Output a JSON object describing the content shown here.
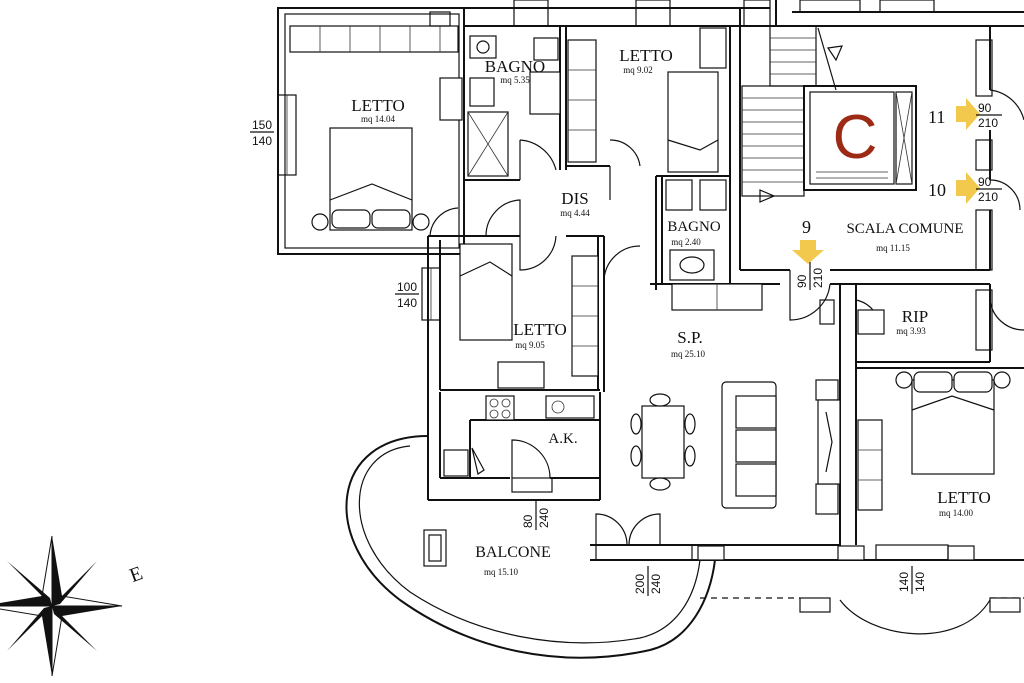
{
  "rooms": [
    {
      "key": "letto1",
      "name": "LETTO",
      "area": "mq 14.04"
    },
    {
      "key": "bagno1",
      "name": "BAGNO",
      "area": "mq 5.35"
    },
    {
      "key": "letto2",
      "name": "LETTO",
      "area": "mq 9.02"
    },
    {
      "key": "dis",
      "name": "DIS",
      "area": "mq 4.44"
    },
    {
      "key": "bagno2",
      "name": "BAGNO",
      "area": "mq 2.40"
    },
    {
      "key": "scala",
      "name": "SCALA COMUNE",
      "area": "mq 11.15"
    },
    {
      "key": "letto3",
      "name": "LETTO",
      "area": "mq 9.05"
    },
    {
      "key": "sp",
      "name": "S.P.",
      "area": "mq 25.10"
    },
    {
      "key": "rip",
      "name": "RIP",
      "area": "mq 3.93"
    },
    {
      "key": "ak",
      "name": "A.K.",
      "area": ""
    },
    {
      "key": "letto4",
      "name": "LETTO",
      "area": "mq 14.00"
    },
    {
      "key": "balcone",
      "name": "BALCONE",
      "area": "mq 15.10"
    }
  ],
  "stair_letter": "C",
  "stair_letter_color": "#9c2a14",
  "arrow_color": "#f2c94c",
  "unit_numbers": {
    "n11": "11",
    "n10": "10",
    "n9": "9"
  },
  "dimensions": {
    "win_left_top": "150",
    "win_left_bottom": "140",
    "win_mid_top": "100",
    "win_mid_bottom": "140",
    "door11_top": "90",
    "door11_bottom": "210",
    "door10_top": "90",
    "door10_bottom": "210",
    "door9_left": "90",
    "door9_right": "210",
    "balc_win_left": "80",
    "balc_win_right": "240",
    "balc_door_left": "200",
    "balc_door_right": "240",
    "right_win_left": "140",
    "right_win_right": "140"
  },
  "compass_label": "E"
}
